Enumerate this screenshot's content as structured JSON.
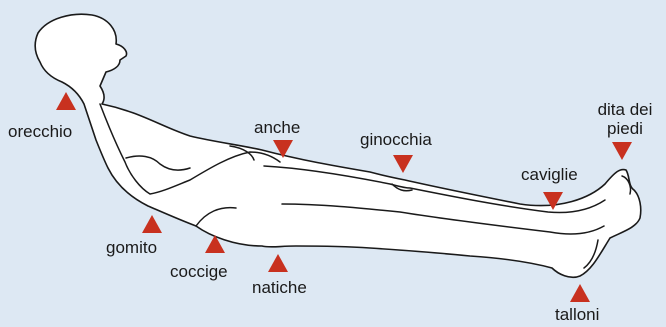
{
  "colors": {
    "background": "#dde8f3",
    "marker": "#c8311f",
    "outline": "#1a1a1a",
    "body_fill": "#ffffff"
  },
  "labels": {
    "orecchio": "orecchio",
    "gomito": "gomito",
    "coccige": "coccige",
    "natiche": "natiche",
    "anche": "anche",
    "ginocchia": "ginocchia",
    "caviglie": "caviglie",
    "dita_line1": "dita dei",
    "dita_line2": "piedi",
    "talloni": "talloni"
  }
}
